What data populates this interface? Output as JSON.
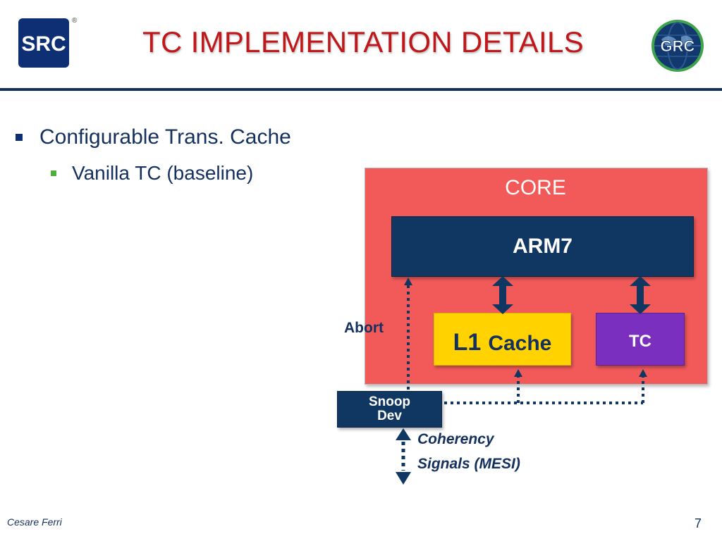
{
  "header": {
    "title": "TC IMPLEMENTATION DETAILS",
    "left_logo": {
      "icon": "src-logo",
      "text": "SRC",
      "registered_mark": "®",
      "color": "#0e2f73"
    },
    "right_logo": {
      "icon": "grc-globe-logo",
      "text": "GRC"
    }
  },
  "bullets": [
    {
      "text": "Configurable Trans. Cache",
      "level": 1
    },
    {
      "text": "Vanilla TC (baseline)",
      "level": 2
    }
  ],
  "diagram": {
    "core_label": "CORE",
    "arm_label": "ARM7",
    "l1_label_main": "L1",
    "l1_label_sub": "Cache",
    "tc_label": "TC",
    "snoop_line1": "Snoop",
    "snoop_line2": "Dev",
    "abort_label": "Abort",
    "coherency_line1": "Coherency",
    "coherency_line2": "Signals (MESI)",
    "colors": {
      "core": "#f25a5a",
      "arm": "#0f3762",
      "l1": "#ffd200",
      "tc": "#7a2fbf",
      "snoop": "#0f3762",
      "arrows": "#0f3762"
    }
  },
  "footer": {
    "author": "Cesare Ferri",
    "page_number": "7"
  }
}
